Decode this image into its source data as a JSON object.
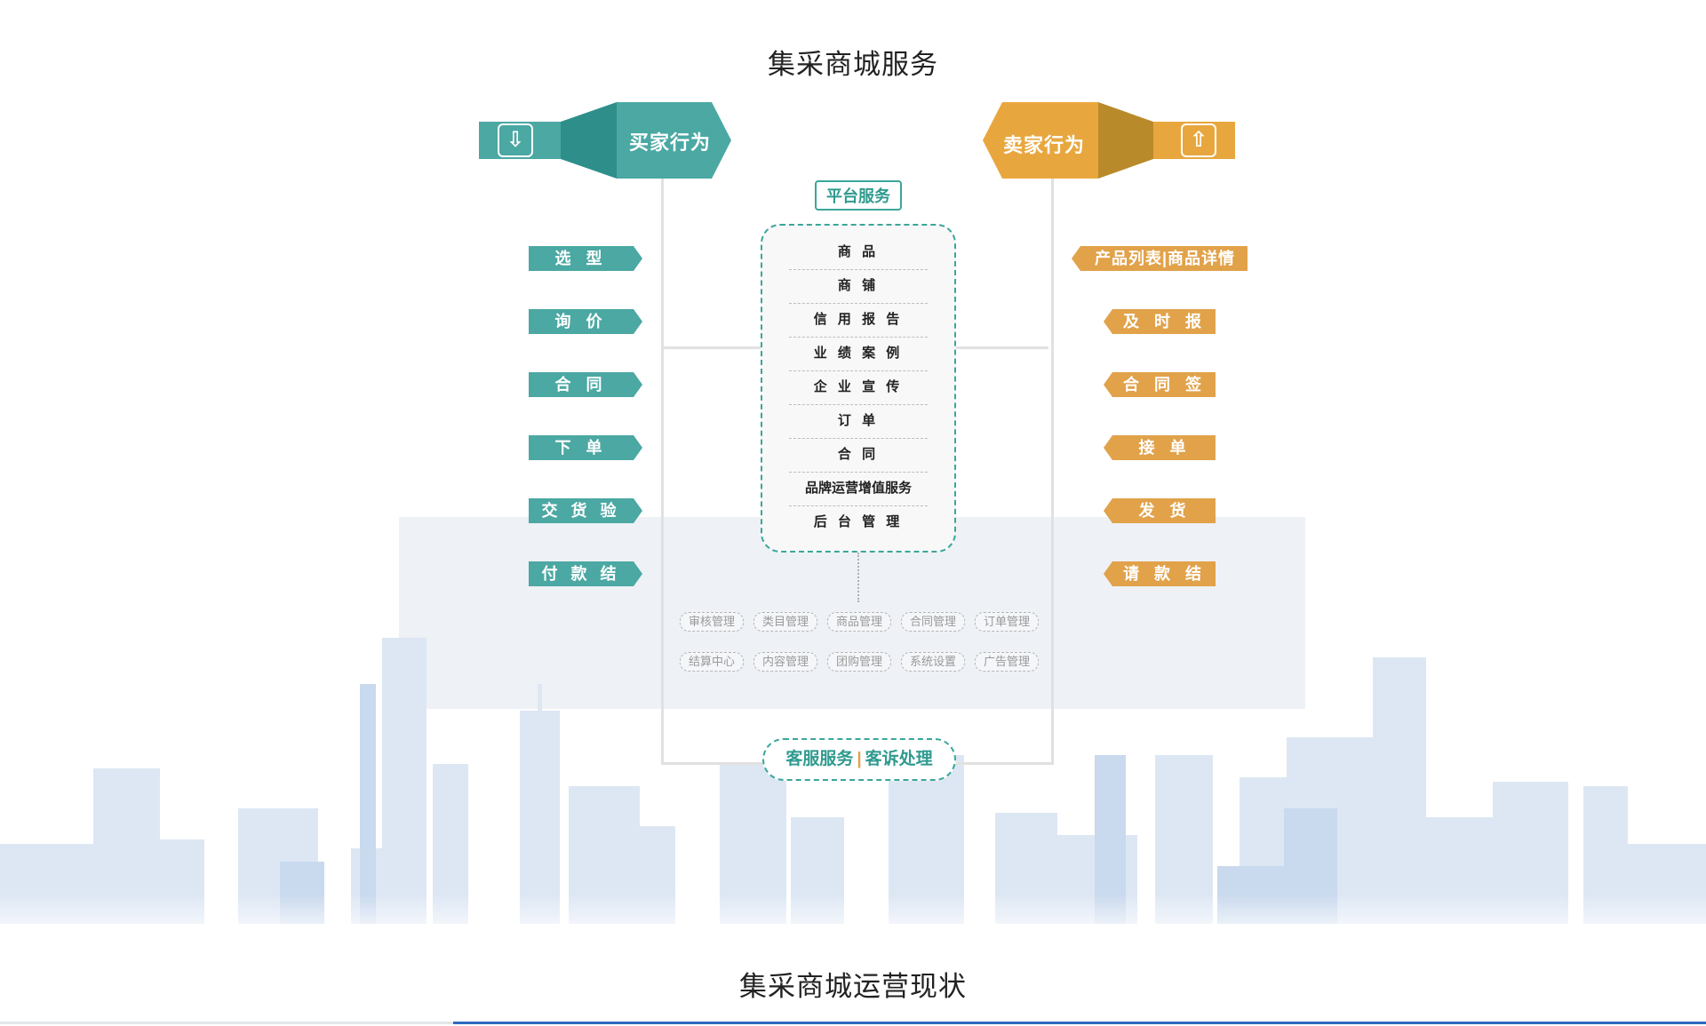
{
  "title": "集采商城服务",
  "buyer_header": "买家行为",
  "seller_header": "卖家行为",
  "platform_label": "平台服务",
  "buyer_steps": [
    "选 型",
    "询 价",
    "合 同",
    "下 单",
    "交 货 验 收",
    "付 款 结 算"
  ],
  "seller_steps": [
    "产品列表|商品详情",
    "及 时 报 价",
    "合 同 签 订",
    "接 单",
    "发 货",
    "请 款 结 算"
  ],
  "platform_items": [
    "商 品",
    "商 铺",
    "信 用 报 告",
    "业 绩 案 例",
    "企 业 宣 传",
    "订 单",
    "合 同",
    "品牌运营增值服务",
    "后 台 管 理"
  ],
  "management_row1": [
    "审核管理",
    "类目管理",
    "商品管理",
    "合同管理",
    "订单管理"
  ],
  "management_row2": [
    "结算中心",
    "内容管理",
    "团购管理",
    "系统设置",
    "广告管理"
  ],
  "customer_service": {
    "left": "客服服务",
    "sep": "|",
    "right": "客诉处理"
  },
  "next_title": "集采商城运营现状",
  "colors": {
    "teal": "#4ba8a3",
    "teal_dark": "#2f9a8f",
    "orange": "#e1a24a",
    "orange_dark": "#b98a2a",
    "blue_line": "#2d6bc0"
  },
  "icons": {
    "buyer": "arrow-down-icon",
    "seller": "arrow-up-icon"
  }
}
